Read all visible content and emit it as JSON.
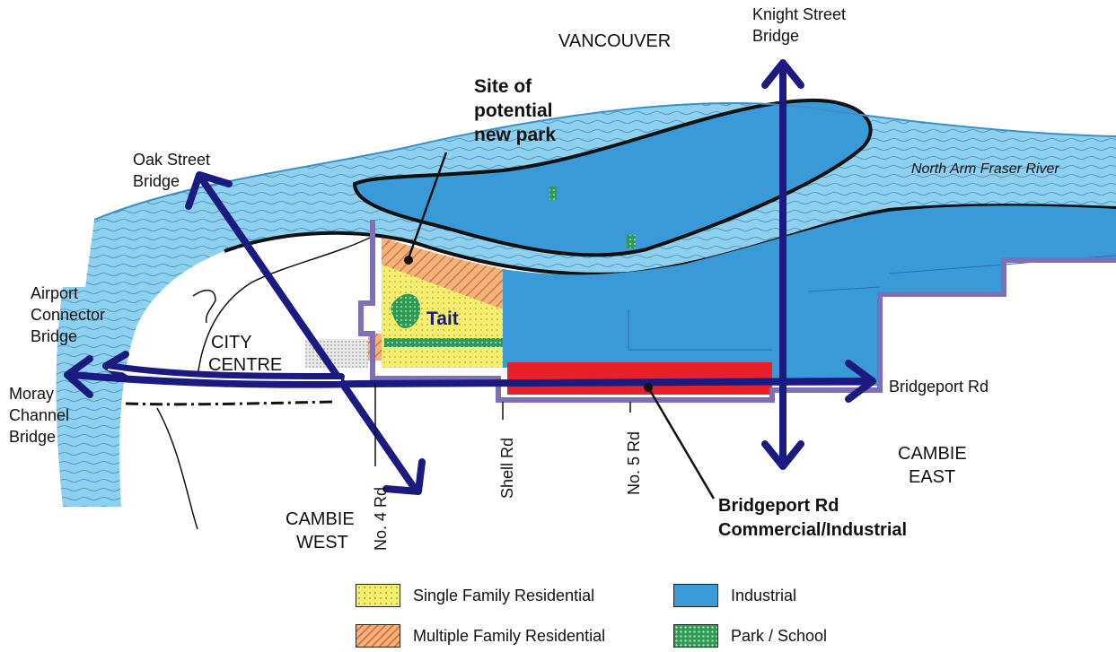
{
  "labels": {
    "vancouver": "VANCOUVER",
    "knight_bridge_1": "Knight Street",
    "knight_bridge_2": "Bridge",
    "oak_bridge_1": "Oak Street",
    "oak_bridge_2": "Bridge",
    "airport_bridge_1": "Airport",
    "airport_bridge_2": "Connector",
    "airport_bridge_3": "Bridge",
    "moray_bridge_1": "Moray",
    "moray_bridge_2": "Channel",
    "moray_bridge_3": "Bridge",
    "river": "North Arm Fraser River",
    "park_site_1": "Site of",
    "park_site_2": "potential",
    "park_site_3": "new park",
    "tait": "Tait",
    "city_centre_1": "CITY",
    "city_centre_2": "CENTRE",
    "bridgeport_rd": "Bridgeport Rd",
    "cambie_east_1": "CAMBIE",
    "cambie_east_2": "EAST",
    "cambie_west_1": "CAMBIE",
    "cambie_west_2": "WEST",
    "no4_rd": "No. 4 Rd",
    "shell_rd": "Shell Rd",
    "no5_rd": "No. 5 Rd",
    "commercial_1": "Bridgeport Rd",
    "commercial_2": "Commercial/Industrial"
  },
  "legend": [
    {
      "label": "Single Family Residential",
      "key": "single"
    },
    {
      "label": "Multiple Family Residential",
      "key": "multi"
    },
    {
      "label": "Industrial",
      "key": "ind"
    },
    {
      "label": "Park / School",
      "key": "park"
    }
  ],
  "colors": {
    "water": "#8fd0ef",
    "island": "#3a9ad8",
    "industrial": "#3a9ad8",
    "single_family": "#f3ee6e",
    "multi_family": "#f2b27c",
    "park": "#2e9a55",
    "commercial": "#e8202a",
    "boundary": "#7e6fb8",
    "arrow": "#1a1a80"
  }
}
